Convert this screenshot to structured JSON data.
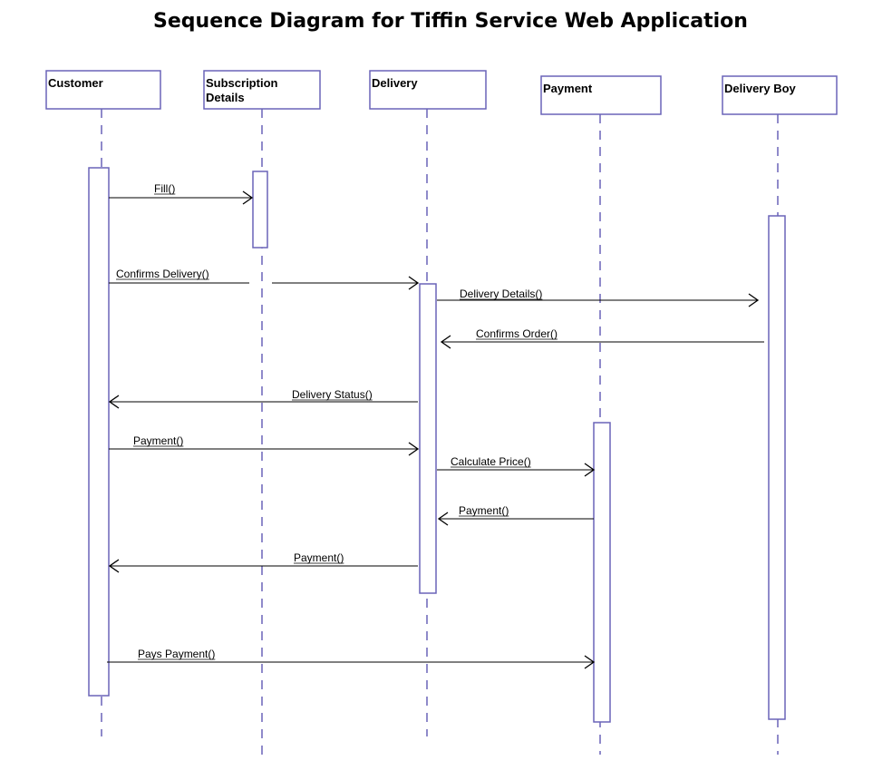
{
  "title": "Sequence Diagram for Tiffin Service Web Application",
  "colors": {
    "lifeline": "#6a64b8",
    "message": "#000000",
    "background": "#ffffff"
  },
  "actors": [
    {
      "id": "customer",
      "name": "customer",
      "label_lines": [
        "Customer"
      ]
    },
    {
      "id": "subscription",
      "name": "subscription-details",
      "label_lines": [
        "Subscription",
        "Details"
      ]
    },
    {
      "id": "delivery",
      "name": "delivery",
      "label_lines": [
        "Delivery"
      ]
    },
    {
      "id": "payment",
      "name": "payment",
      "label_lines": [
        "Payment"
      ]
    },
    {
      "id": "deliveryboy",
      "name": "delivery-boy",
      "label_lines": [
        "Delivery Boy"
      ]
    }
  ],
  "messages": [
    {
      "name": "fill",
      "label": "Fill()",
      "from": "customer",
      "to": "subscription"
    },
    {
      "name": "confirms-delivery",
      "label": "Confirms Delivery()",
      "from": "customer",
      "to": "delivery"
    },
    {
      "name": "delivery-details",
      "label": "Delivery Details()",
      "from": "delivery",
      "to": "deliveryboy"
    },
    {
      "name": "confirms-order",
      "label": "Confirms Order()",
      "from": "deliveryboy",
      "to": "delivery"
    },
    {
      "name": "delivery-status",
      "label": "Delivery Status()",
      "from": "delivery",
      "to": "customer"
    },
    {
      "name": "payment-request",
      "label": "Payment()",
      "from": "customer",
      "to": "delivery"
    },
    {
      "name": "calculate-price",
      "label": "Calculate Price()",
      "from": "delivery",
      "to": "payment"
    },
    {
      "name": "payment-return",
      "label": "Payment()",
      "from": "payment",
      "to": "delivery"
    },
    {
      "name": "payment-to-customer",
      "label": "Payment()",
      "from": "delivery",
      "to": "customer"
    },
    {
      "name": "pays-payment",
      "label": "Pays Payment()",
      "from": "customer",
      "to": "payment"
    }
  ]
}
